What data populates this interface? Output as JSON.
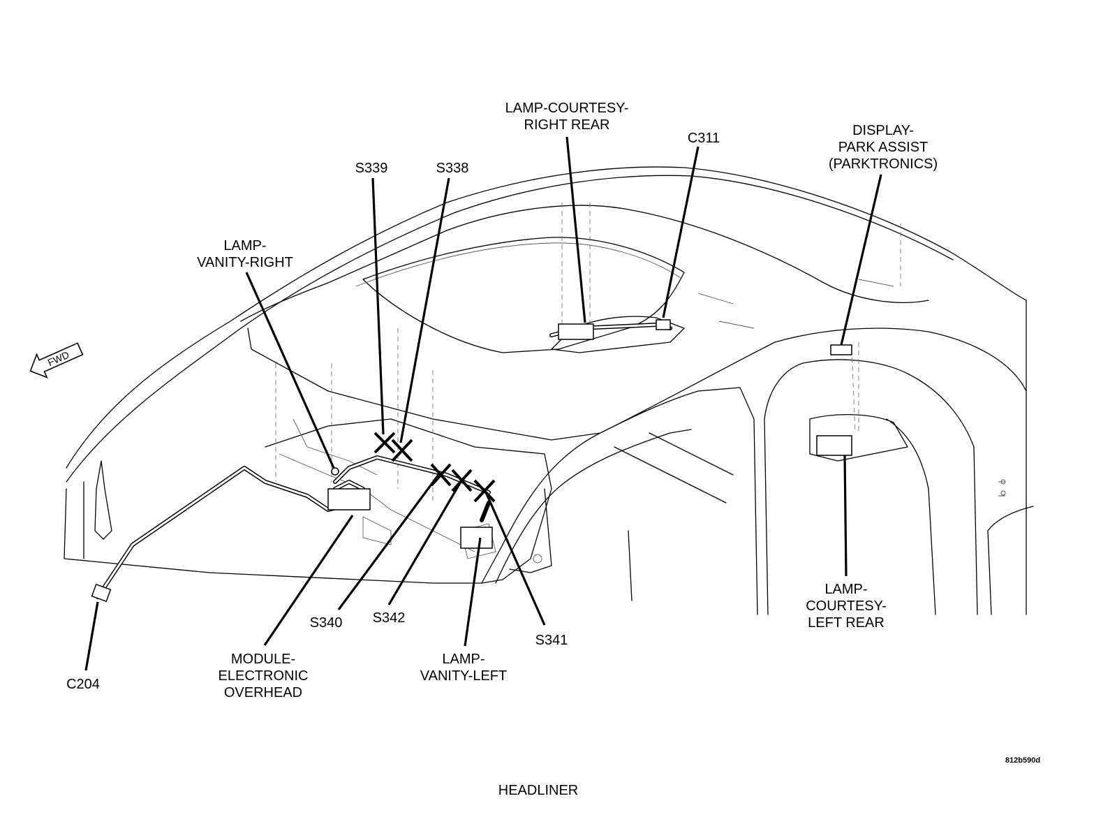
{
  "diagram": {
    "caption": "HEADLINER",
    "figure_id": "812b590d",
    "direction_arrow": "FWD",
    "labels": {
      "lamp_courtesy_right_rear": [
        "LAMP-COURTESY-",
        "RIGHT REAR"
      ],
      "c311": "C311",
      "display_park_assist": [
        "DISPLAY-",
        "PARK ASSIST",
        "(PARKTRONICS)"
      ],
      "s339": "S339",
      "s338": "S338",
      "lamp_vanity_right": [
        "LAMP-",
        "VANITY-RIGHT"
      ],
      "c204": "C204",
      "module_electronic_overhead": [
        "MODULE-",
        "ELECTRONIC",
        "OVERHEAD"
      ],
      "s340": "S340",
      "s342": "S342",
      "lamp_vanity_left": [
        "LAMP-",
        "VANITY-LEFT"
      ],
      "s341": "S341",
      "lamp_courtesy_left_rear": [
        "LAMP-",
        "COURTESY-",
        "LEFT REAR"
      ]
    },
    "colors": {
      "ink": "#000000",
      "background": "#ffffff"
    }
  }
}
